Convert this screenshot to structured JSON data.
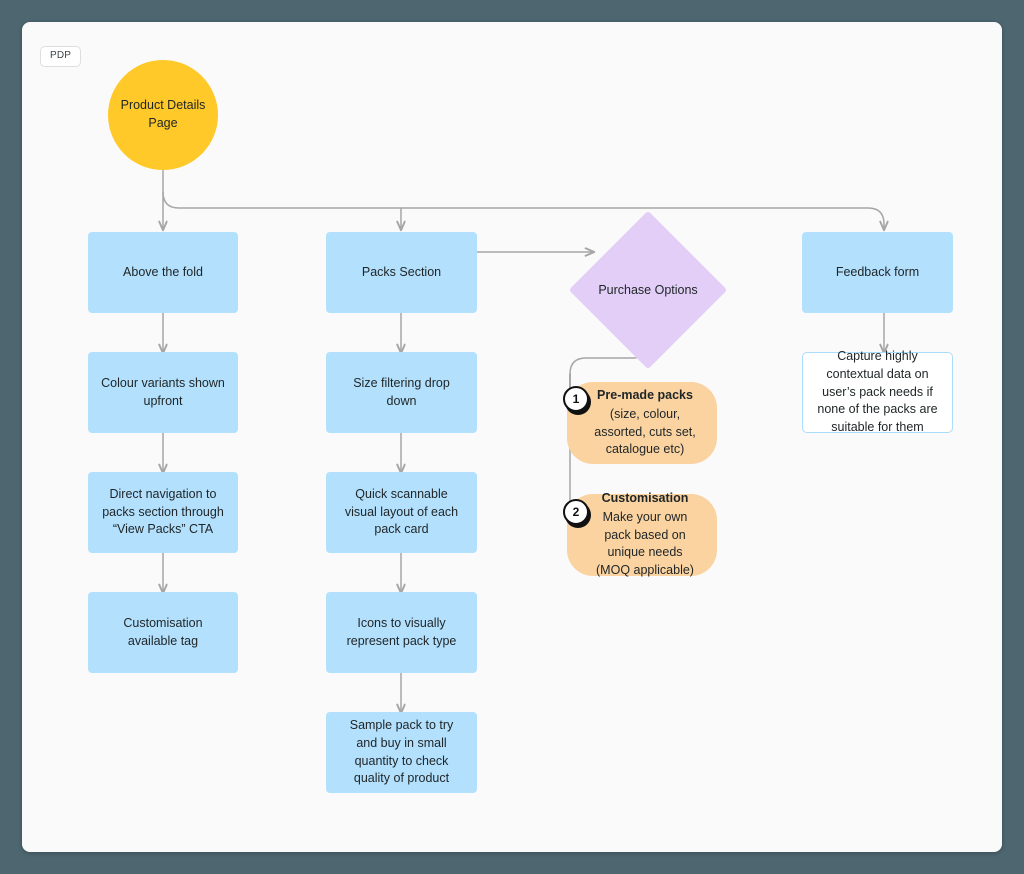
{
  "page": {
    "tab_label": "PDP",
    "canvas_bg": "#fafafa",
    "outer_bg": "#4d6670"
  },
  "colors": {
    "start_node": "#ffc929",
    "process_node": "#b3e0fd",
    "decision_node": "#e2cef7",
    "option_node": "#fad3a1",
    "note_border": "#aadcfb",
    "connector": "#a6a6a6"
  },
  "nodes": {
    "start": {
      "label": "Product Details Page",
      "type": "circle"
    },
    "col_left": [
      {
        "label": "Above the fold",
        "type": "process"
      },
      {
        "label": "Colour variants shown upfront",
        "type": "process"
      },
      {
        "label": "Direct navigation to packs section through “View Packs”  CTA",
        "type": "process"
      },
      {
        "label": "Customisation available tag",
        "type": "process"
      }
    ],
    "col_mid": [
      {
        "label": "Packs Section",
        "type": "process"
      },
      {
        "label": "Size filtering drop down",
        "type": "process"
      },
      {
        "label": "Quick scannable visual layout of each pack card",
        "type": "process"
      },
      {
        "label": "Icons to visually represent pack type",
        "type": "process"
      },
      {
        "label": "Sample pack to try and buy in small quantity to check quality of product",
        "type": "process"
      }
    ],
    "decision": {
      "label": "Purchase Options",
      "type": "decision"
    },
    "options": [
      {
        "badge": "1",
        "title": "Pre-made packs",
        "subtitle": "(size, colour, assorted, cuts set, catalogue etc)",
        "type": "option"
      },
      {
        "badge": "2",
        "title": "Customisation",
        "subtitle": "Make your own pack based on unique needs (MOQ applicable)",
        "type": "option"
      }
    ],
    "col_right": [
      {
        "label": "Feedback form",
        "type": "process"
      },
      {
        "label": "Capture highly contextual data on user’s pack needs if none of the packs are suitable for them",
        "type": "note"
      }
    ]
  }
}
